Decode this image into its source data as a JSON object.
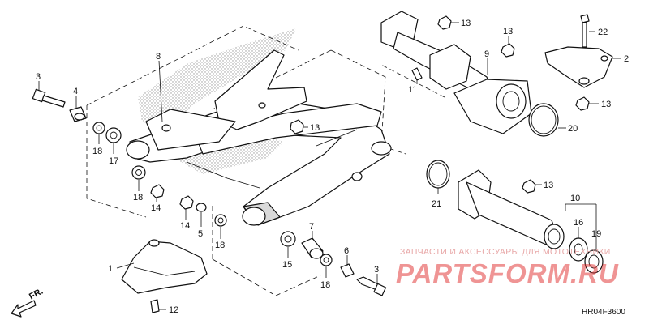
{
  "diagram": {
    "code": "HR04F3600",
    "front_marker": "FR.",
    "watermark_caption": "ЗАПЧАСТИ И АКСЕССУАРЫ ДЛЯ МОТОТЕХНИКИ",
    "watermark_logo": "PARTSFORM.RU",
    "callouts": [
      {
        "id": "c1",
        "text": "1"
      },
      {
        "id": "c2",
        "text": "2"
      },
      {
        "id": "c3a",
        "text": "3"
      },
      {
        "id": "c3b",
        "text": "3"
      },
      {
        "id": "c4",
        "text": "4"
      },
      {
        "id": "c5",
        "text": "5"
      },
      {
        "id": "c6",
        "text": "6"
      },
      {
        "id": "c7",
        "text": "7"
      },
      {
        "id": "c8",
        "text": "8"
      },
      {
        "id": "c9",
        "text": "9"
      },
      {
        "id": "c10",
        "text": "10"
      },
      {
        "id": "c11",
        "text": "11"
      },
      {
        "id": "c12",
        "text": "12"
      },
      {
        "id": "c13a",
        "text": "13"
      },
      {
        "id": "c13b",
        "text": "13"
      },
      {
        "id": "c13c",
        "text": "13"
      },
      {
        "id": "c13d",
        "text": "13"
      },
      {
        "id": "c13e",
        "text": "13"
      },
      {
        "id": "c14a",
        "text": "14"
      },
      {
        "id": "c14b",
        "text": "14"
      },
      {
        "id": "c15",
        "text": "15"
      },
      {
        "id": "c16",
        "text": "16"
      },
      {
        "id": "c17",
        "text": "17"
      },
      {
        "id": "c18a",
        "text": "18"
      },
      {
        "id": "c18b",
        "text": "18"
      },
      {
        "id": "c18c",
        "text": "18"
      },
      {
        "id": "c18d",
        "text": "18"
      },
      {
        "id": "c19",
        "text": "19"
      },
      {
        "id": "c20",
        "text": "20"
      },
      {
        "id": "c21",
        "text": "21"
      },
      {
        "id": "c22",
        "text": "22"
      }
    ]
  }
}
